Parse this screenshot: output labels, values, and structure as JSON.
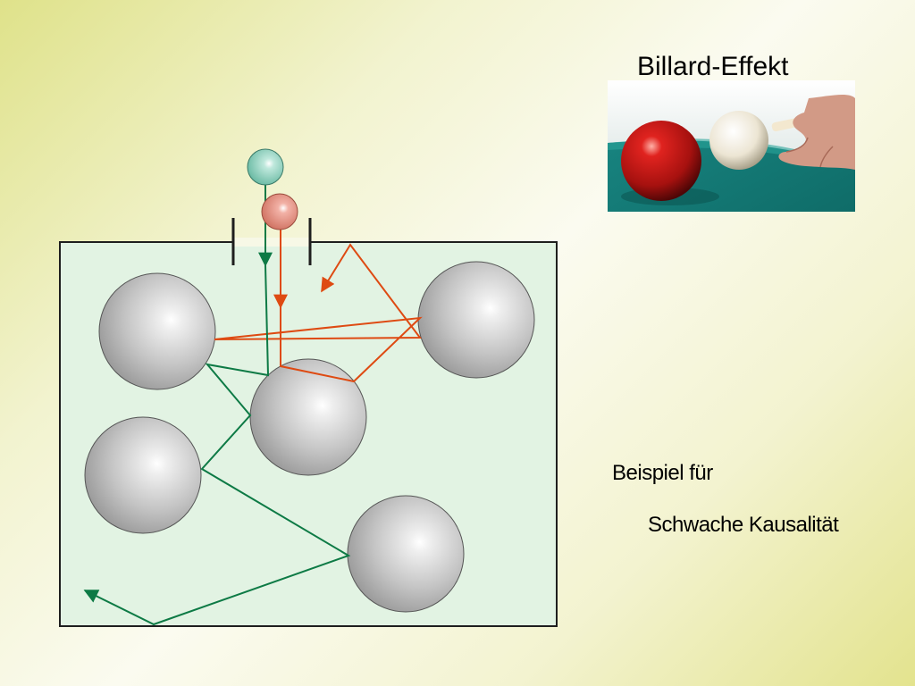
{
  "slide": {
    "title": "Billard-Effekt",
    "caption_line1": "Beispiel für",
    "caption_line2": "Schwache Kausalität"
  },
  "colors": {
    "box_fill": "#e2f3e3",
    "box_stroke": "#1e1e1e",
    "green_path": "#0d7a45",
    "orange_path": "#de4a12",
    "green_ball": "#8fd3bf",
    "red_ball": "#e8897a",
    "obstacle": "#bdbdbd"
  },
  "photo": {
    "image_icon": "billiard-photo-icon",
    "content": "red and white billiard balls with cue on green table"
  }
}
